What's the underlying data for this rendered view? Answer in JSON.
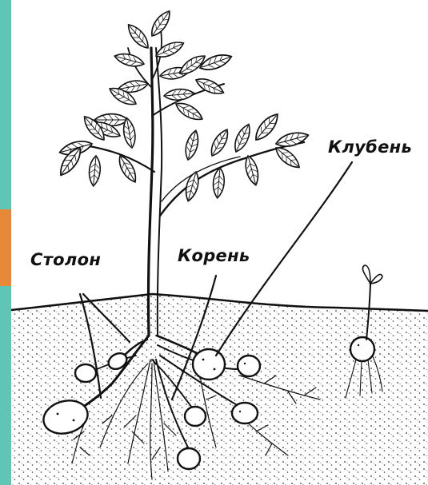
{
  "labels": {
    "stolon": "Столон",
    "koren": "Корень",
    "kluben": "Клубень"
  },
  "colors": {
    "ink": "#111111",
    "paper": "#ffffff",
    "edge_teal": "#5fc6b6",
    "edge_orange": "#e8893a"
  }
}
